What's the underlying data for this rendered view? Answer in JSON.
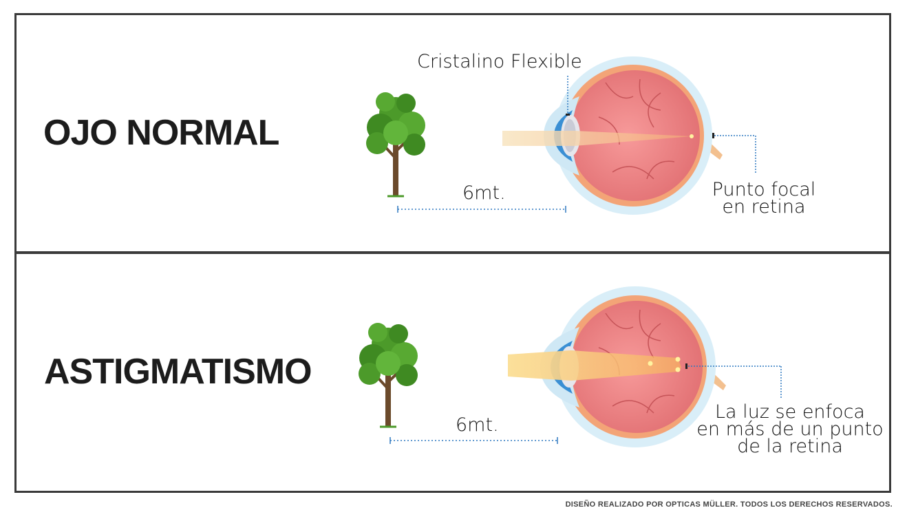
{
  "panels": [
    {
      "title": "OJO NORMAL",
      "distance_label": "6mt.",
      "lens_label": "Cristalino Flexible",
      "focal_label_lines": [
        "Punto focal",
        "en retina"
      ]
    },
    {
      "title": "ASTIGMATISMO",
      "distance_label": "6mt.",
      "focal_label_lines": [
        "La luz se enfoca",
        "en más de un punto",
        "de la retina"
      ]
    }
  ],
  "footer": "DISEÑO REALIZADO POR OPTICAS MÜLLER. TODOS LOS DERECHOS RESERVADOS.",
  "colors": {
    "border": "#3a3a3a",
    "eye_sclera": "#f3a477",
    "eye_inner": "#ee7d7d",
    "eye_outer_ring": "#d7ecf6",
    "light_beam": "#f7d58a",
    "tree_green": "#4c9a2a",
    "dotted_line": "#2f78c0"
  }
}
